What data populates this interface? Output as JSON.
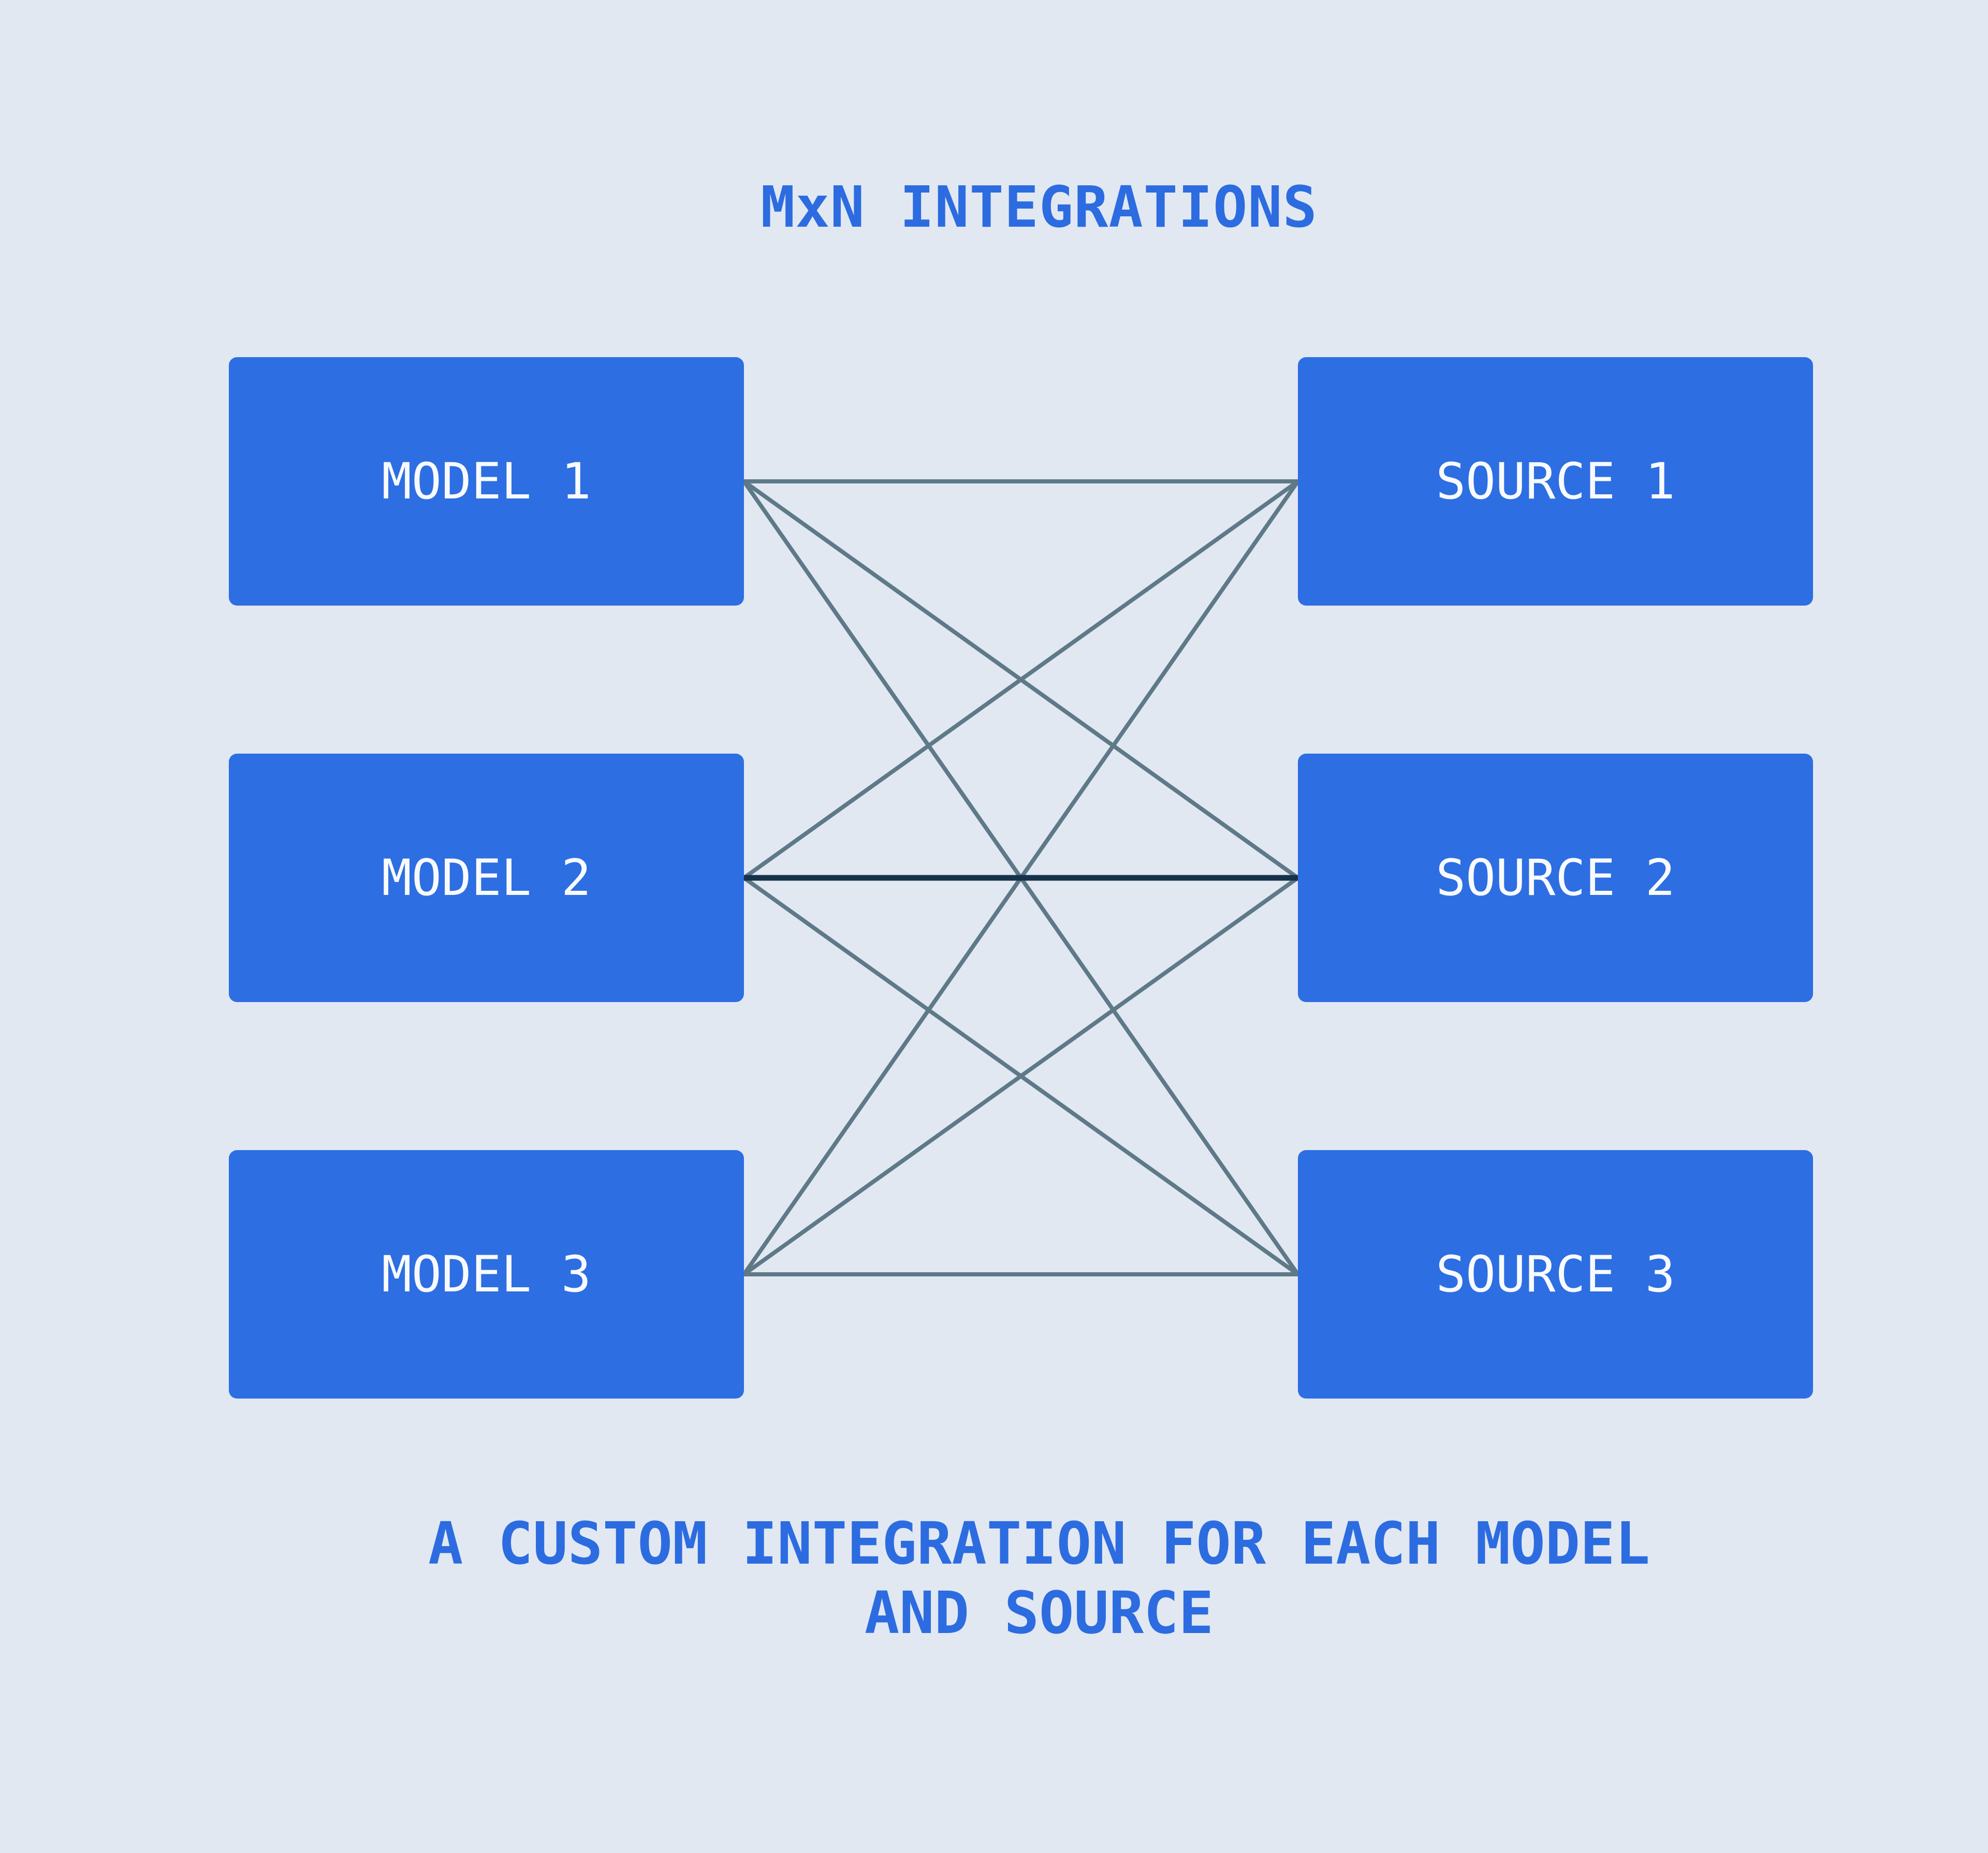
{
  "title": "MxN INTEGRATIONS",
  "models": [
    {
      "label": "MODEL 1"
    },
    {
      "label": "MODEL 2"
    },
    {
      "label": "MODEL 3"
    }
  ],
  "sources": [
    {
      "label": "SOURCE 1"
    },
    {
      "label": "SOURCE 2"
    },
    {
      "label": "SOURCE 3"
    }
  ],
  "connections": [
    {
      "from": 0,
      "to": 0,
      "emphasis": false
    },
    {
      "from": 0,
      "to": 1,
      "emphasis": false
    },
    {
      "from": 0,
      "to": 2,
      "emphasis": false
    },
    {
      "from": 1,
      "to": 0,
      "emphasis": false
    },
    {
      "from": 1,
      "to": 1,
      "emphasis": true
    },
    {
      "from": 1,
      "to": 2,
      "emphasis": false
    },
    {
      "from": 2,
      "to": 0,
      "emphasis": false
    },
    {
      "from": 2,
      "to": 1,
      "emphasis": false
    },
    {
      "from": 2,
      "to": 2,
      "emphasis": false
    }
  ],
  "caption": {
    "line1": "A CUSTOM INTEGRATION FOR EACH MODEL",
    "line2": "AND SOURCE"
  },
  "colors": {
    "background": "#e1e8f2",
    "box_fill": "#2d6ee2",
    "box_label": "#f8fafd",
    "heading_text": "#2c6ce0",
    "connection_line": "#5e7987",
    "connection_line_emphasis": "#16324a"
  }
}
